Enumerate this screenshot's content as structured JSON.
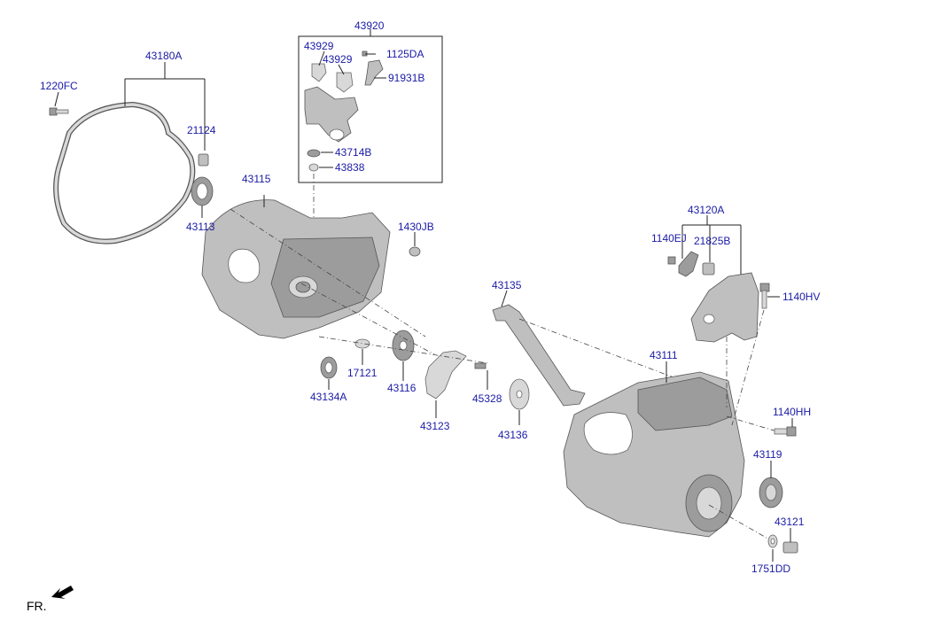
{
  "labels": {
    "p43920": "43920",
    "p43929a": "43929",
    "p43929b": "43929",
    "p1125DA": "1125DA",
    "p91931B": "91931B",
    "p43714B": "43714B",
    "p43838": "43838",
    "p43180A": "43180A",
    "p1220FC": "1220FC",
    "p21124": "21124",
    "p43113": "43113",
    "p43115": "43115",
    "p1430JB": "1430JB",
    "p17121": "17121",
    "p43116": "43116",
    "p43134A": "43134A",
    "p43123": "43123",
    "p45328": "45328",
    "p43136": "43136",
    "p43135": "43135",
    "p43111": "43111",
    "p43120A": "43120A",
    "p1140EJ": "1140EJ",
    "p21825B": "21825B",
    "p1140HV": "1140HV",
    "p1140HH": "1140HH",
    "p43119": "43119",
    "p43121": "43121",
    "p1751DD": "1751DD",
    "fr": "FR."
  },
  "colors": {
    "label": "#1a1aa6",
    "part_fill": "#bfbfbf",
    "part_dark": "#9c9c9c",
    "line": "#222222"
  }
}
